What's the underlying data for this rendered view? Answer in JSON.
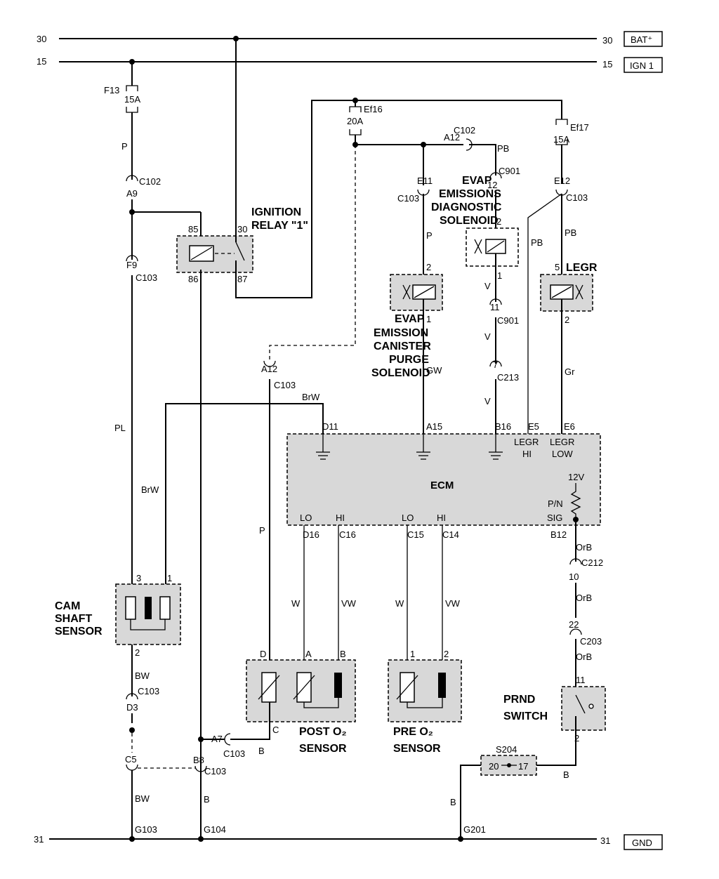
{
  "rails": {
    "bat": {
      "num": "30",
      "tag": "BAT⁺"
    },
    "ign": {
      "num": "15",
      "tag": "IGN 1"
    },
    "gnd": {
      "num": "31",
      "tag": "GND"
    }
  },
  "fuses": {
    "f13": {
      "name": "F13",
      "rating": "15A"
    },
    "ef16": {
      "name": "Ef16",
      "rating": "20A"
    },
    "ef17": {
      "name": "Ef17",
      "rating": "15A"
    }
  },
  "relay": {
    "title_line1": "IGNITION",
    "title_line2": "RELAY \"1\"",
    "pin85": "85",
    "pin86": "86",
    "pin30": "30",
    "pin87": "87"
  },
  "connectors": {
    "a9": "A9",
    "c102_a": "C102",
    "f9": "F9",
    "c103_a": "C103",
    "a12_top": "A12",
    "c102_b": "C102",
    "e11": "E11",
    "c103_b": "C103",
    "pin12": "12",
    "c901_a": "C901",
    "e12": "E12",
    "c103_c": "C103",
    "pin11": "11",
    "c901_b": "C901",
    "pin7": "7",
    "c213": "C213",
    "a12_left": "A12",
    "c103_d": "C103",
    "d11": "D11",
    "a15": "A15",
    "b16": "B16",
    "e5": "E5",
    "e6": "E6",
    "d16": "D16",
    "c16": "C16",
    "c15": "C15",
    "c14": "C14",
    "b12": "B12",
    "c212": "C212",
    "pin10": "10",
    "pin22": "22",
    "c203": "C203",
    "d3": "D3",
    "c103_e": "C103",
    "a7": "A7",
    "c103_f": "C103",
    "c5": "C5",
    "b8": "B8",
    "c103_g": "C103",
    "s204": "S204",
    "s204_l": "20",
    "s204_r": "17",
    "g103": "G103",
    "g104": "G104",
    "g201": "G201"
  },
  "wires": {
    "p_top": "P",
    "pl": "PL",
    "brw_top": "BrW",
    "brw_left": "BrW",
    "pb_top": "PB",
    "p_purge": "P",
    "gw": "GW",
    "v1": "V",
    "v2": "V",
    "v3": "V",
    "pb_e5": "PB",
    "pb_legr": "PB",
    "gr": "Gr",
    "p_o2": "P",
    "w1": "W",
    "vw1": "VW",
    "w2": "W",
    "vw2": "VW",
    "orb1": "OrB",
    "orb2": "OrB",
    "orb3": "OrB",
    "bw1": "BW",
    "bw2": "BW",
    "b_o2": "B",
    "b_g104": "B",
    "b_s204": "B",
    "b_g201": "B"
  },
  "components": {
    "evap_diag": {
      "line1": "EVAP",
      "line2": "EMISSIONS",
      "line3": "DIAGNOSTIC",
      "line4": "SOLENOID",
      "pin_top": "2",
      "pin_bot": "1"
    },
    "evap_purge": {
      "line1": "EVAP",
      "line2": "EMISSION",
      "line3": "CANISTER",
      "line4": "PURGE",
      "line5": "SOLENOID",
      "pin_top": "2",
      "pin_bot": "1"
    },
    "legr": {
      "name": "LEGR",
      "pin_top": "5",
      "pin_bot": "2"
    },
    "ecm": {
      "name": "ECM",
      "legr_hi_1": "LEGR",
      "legr_hi_2": "HI",
      "legr_low_1": "LEGR",
      "legr_low_2": "LOW",
      "v12": "12V",
      "pn": "P/N",
      "sig": "SIG",
      "lo1": "LO",
      "hi1": "HI",
      "lo2": "LO",
      "hi2": "HI"
    },
    "cam": {
      "line1": "CAM",
      "line2": "SHAFT",
      "line3": "SENSOR",
      "pin3": "3",
      "pin1": "1",
      "pin2": "2"
    },
    "post_o2": {
      "line1": "POST O₂",
      "line2": "SENSOR",
      "pinD": "D",
      "pinA": "A",
      "pinB": "B",
      "pinC": "C"
    },
    "pre_o2": {
      "line1": "PRE O₂",
      "line2": "SENSOR",
      "pin1": "1",
      "pin2": "2"
    },
    "prnd": {
      "line1": "PRND",
      "line2": "SWITCH",
      "pin11": "11",
      "pin2": "2"
    }
  }
}
